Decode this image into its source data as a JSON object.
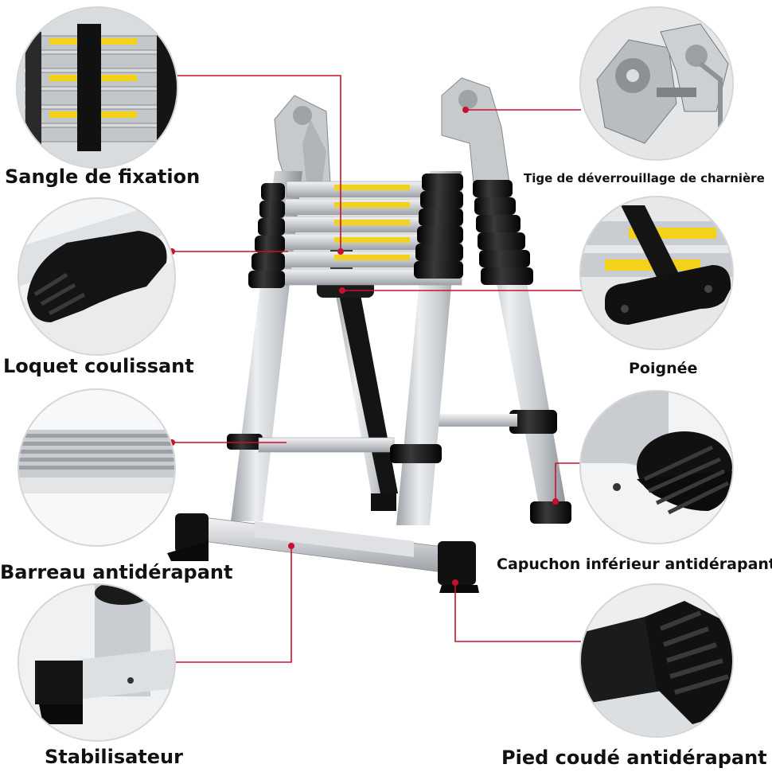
{
  "callouts": {
    "strap": "Sangle de fixation",
    "hinge_rod": "Tige de déverrouillage de charnière",
    "slide_latch": "Loquet coulissant",
    "handle": "Poignée",
    "rung": "Barreau antidérapant",
    "bottom_cap": "Capuchon inférieur antidérapant",
    "stabilizer": "Stabilisateur",
    "elbow_foot": "Pied coudé antidérapant"
  },
  "colors": {
    "leader_line": "#c8102e",
    "aluminum": "#c9ccd0",
    "rubber": "#151515",
    "warning_label": "#f2d21a"
  }
}
